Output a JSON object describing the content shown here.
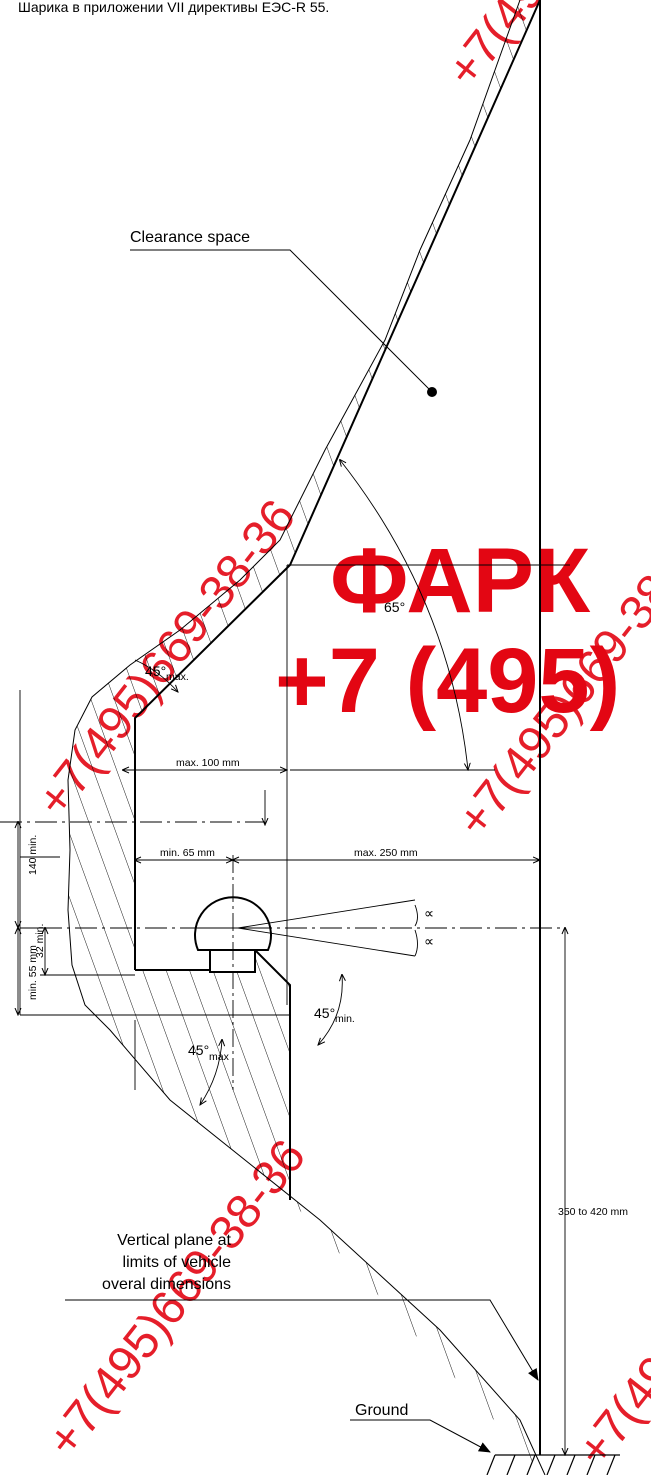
{
  "header": {
    "caption": "Шарика в приложении VII директивы ЕЭС-R 55."
  },
  "labels": {
    "clearance_space": "Clearance space",
    "angle_65": "65°",
    "angle_45_max_top": "45°",
    "angle_45_max_top_sub": "max.",
    "max_100": "max. 100 mm",
    "min_65": "min. 65 mm",
    "max_250": "max. 250 mm",
    "dim_140": "140 min.",
    "dim_32": "32 min.",
    "dim_55": "min. 55 mm",
    "angle_45_min": "45°",
    "angle_45_min_sub": "min.",
    "angle_45_max_bottom": "45°",
    "angle_45_max_bottom_sub": "max",
    "alpha_1": "∝",
    "alpha_2": "∝",
    "height_range": "350 to 420 mm",
    "vertical_plane_1": "Vertical plane at",
    "vertical_plane_2": "limits of vehicle",
    "vertical_plane_3": "overal dimensions",
    "ground": "Ground"
  },
  "watermark": {
    "brand": "ФАРК",
    "phone": "+7 (495)",
    "diag_phone": "+7(495)669-38-36",
    "color": "#e30613"
  }
}
